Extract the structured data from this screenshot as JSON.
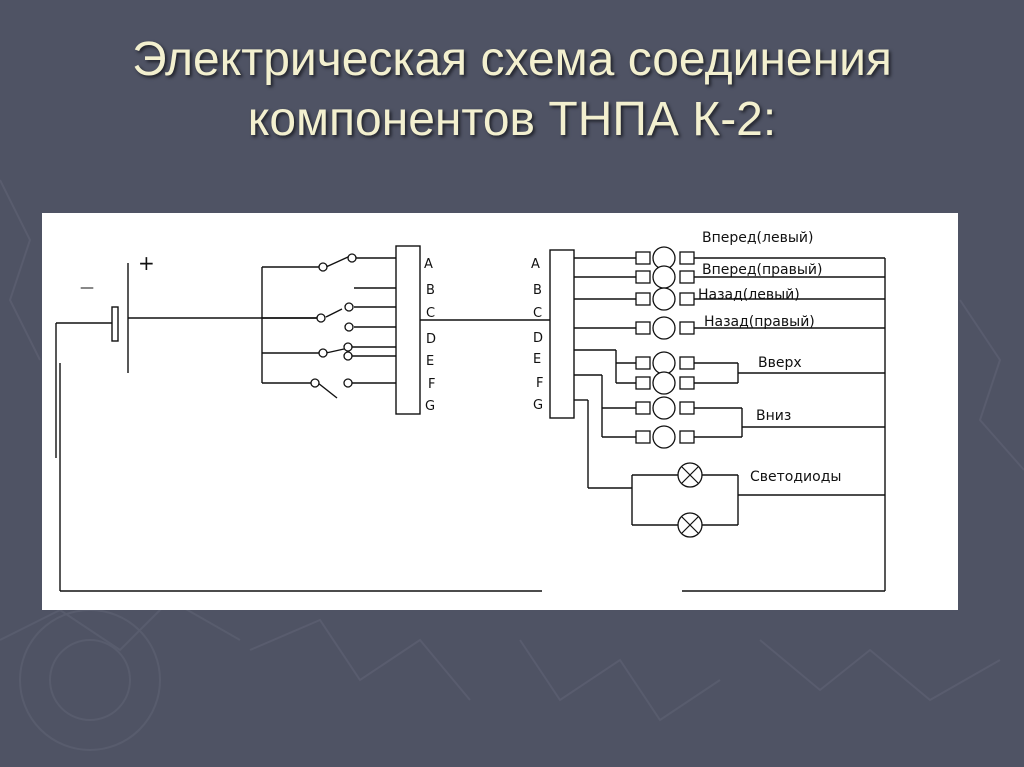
{
  "title": {
    "line1": "Электрическая схема соединения",
    "line2": "компонентов ТНПА К-2:"
  },
  "battery": {
    "minus": "—",
    "plus": "+"
  },
  "connector_left_pins": [
    "A",
    "B",
    "C",
    "D",
    "E",
    "F",
    "G"
  ],
  "connector_right_pins": [
    "A",
    "B",
    "C",
    "D",
    "E",
    "F",
    "G"
  ],
  "loads": {
    "forward_left": "Вперед(левый)",
    "forward_right": "Вперед(правый)",
    "back_left": "Назад(левый)",
    "back_right": "Назад(правый)",
    "up": "Вверх",
    "down": "Вниз",
    "leds": "Светодиоды"
  },
  "colors": {
    "background": "#4f5364",
    "title": "#f3f0cf",
    "panel": "#ffffff",
    "wire": "#111111"
  }
}
